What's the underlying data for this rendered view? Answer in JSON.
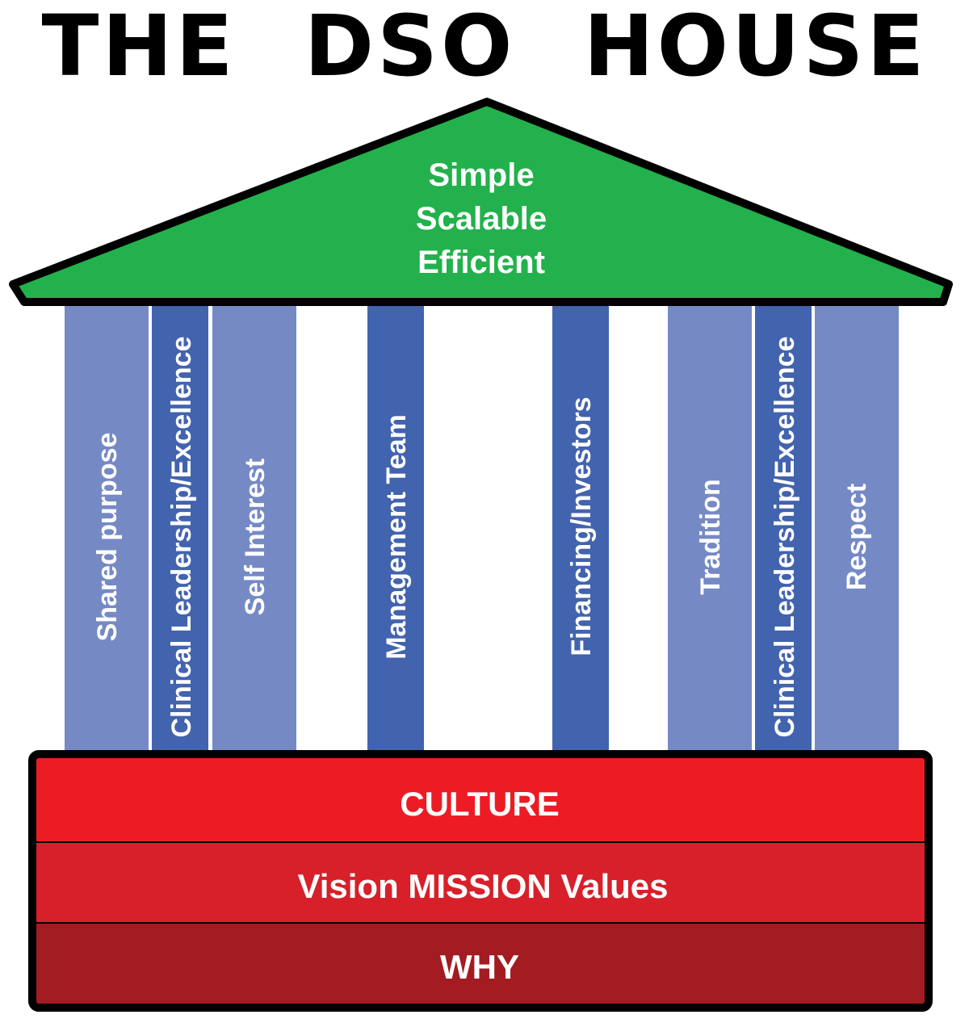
{
  "title": "THE DSO HOUSE",
  "roof": {
    "lines": [
      "Simple",
      "Scalable",
      "Efficient"
    ],
    "color": "#22b14c"
  },
  "pillars": [
    {
      "label": "Shared purpose",
      "color": "#7589c5"
    },
    {
      "label": "Clinical Leadership/Excellence",
      "color": "#4263ae"
    },
    {
      "label": "Self Interest",
      "color": "#7589c5"
    },
    {
      "label": "Management Team",
      "color": "#4263ae"
    },
    {
      "label": "Financing/Investors",
      "color": "#4263ae"
    },
    {
      "label": "Tradition",
      "color": "#7589c5"
    },
    {
      "label": "Clinical Leadership/Excellence",
      "color": "#4263ae"
    },
    {
      "label": "Respect",
      "color": "#7589c5"
    }
  ],
  "foundation": [
    {
      "label": "CULTURE",
      "color": "#ed1c24"
    },
    {
      "label": "Vision MISSION Values",
      "color": "#d7202a"
    },
    {
      "label": "WHY",
      "color": "#a21c21"
    }
  ]
}
